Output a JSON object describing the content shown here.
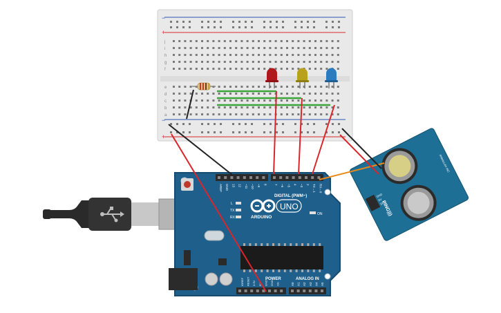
{
  "colors": {
    "arduino_board": "#1f5f8b",
    "arduino_edge": "#174a6d",
    "breadboard": "#e9e9e9",
    "wire_red": "#d8262b",
    "wire_black": "#222222",
    "wire_green": "#3aa53a",
    "wire_orange": "#e88a1a",
    "led_red": "#b0181c",
    "led_yellow": "#b8a21b",
    "led_blue": "#2a7bc0",
    "sensor_board": "#1e6f96"
  },
  "breadboard": {
    "plus_sign": "+",
    "minus_sign": "−",
    "row_letters_top": [
      "j",
      "i",
      "h",
      "g",
      "f"
    ],
    "row_letters_bottom": [
      "e",
      "d",
      "c",
      "b",
      "a"
    ]
  },
  "arduino": {
    "logo_text": "ARDUINO",
    "uno_text": "UNO",
    "digital_label": "DIGITAL (PWM~)",
    "power_label": "POWER",
    "analog_label": "ANALOG IN",
    "on_label": "ON",
    "tx_label": "TX",
    "rx_label": "RX",
    "l_label": "L",
    "top_pin_labels": [
      "AREF",
      "GND",
      "13",
      "12",
      "~11",
      "~10",
      "~9",
      "8",
      "7",
      "~6",
      "~5",
      "4",
      "~3",
      "2",
      "TX→1",
      "RX←0"
    ],
    "power_pin_labels": [
      "IOREF",
      "RESET",
      "3.3V",
      "5V",
      "GND",
      "GND",
      "Vin"
    ],
    "analog_pin_labels": [
      "A0",
      "A1",
      "A2",
      "A3",
      "A4",
      "A5"
    ]
  },
  "sensor": {
    "label": "PING)))",
    "sub_label": "PARALLAX INC",
    "pin_labels": [
      "GND",
      "5V",
      "SIG"
    ]
  },
  "usb_icon": "usb-icon"
}
